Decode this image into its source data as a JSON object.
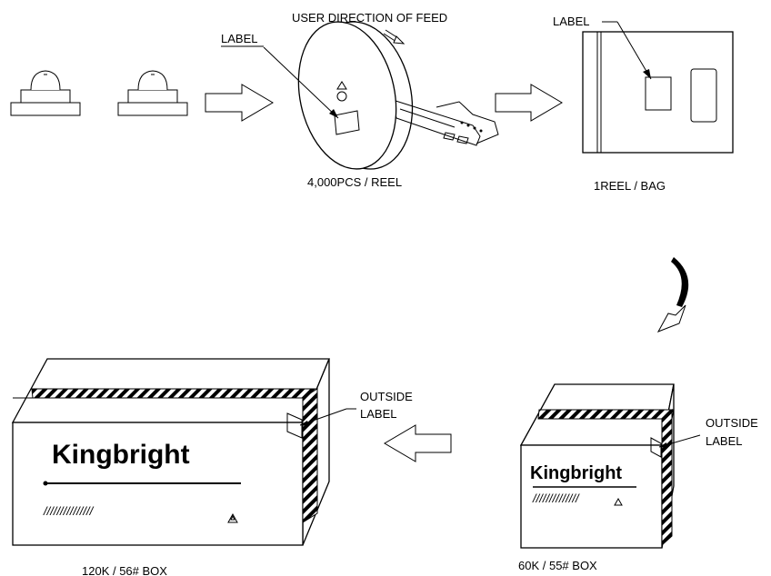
{
  "labels": {
    "user_direction": "USER DIRECTION OF FEED",
    "label_reel": "LABEL",
    "label_bag": "LABEL",
    "reel_caption": "4,000PCS / REEL",
    "bag_caption": "1REEL / BAG",
    "outside_label_large_1": "OUTSIDE",
    "outside_label_large_2": "LABEL",
    "outside_label_small_1": "OUTSIDE",
    "outside_label_small_2": "LABEL",
    "large_box_caption": "120K / 56# BOX",
    "small_box_caption": "60K / 55# BOX",
    "brand_large": "Kingbright",
    "brand_small": "Kingbright",
    "slashes_large": "///////////////",
    "slashes_small": "//////////////"
  },
  "colors": {
    "line": "#000000",
    "background": "#ffffff"
  },
  "icons": {
    "recycle_large": "recycle-icon",
    "recycle_small": "recycle-icon",
    "curved_arrow": "curved-arrow-icon"
  }
}
